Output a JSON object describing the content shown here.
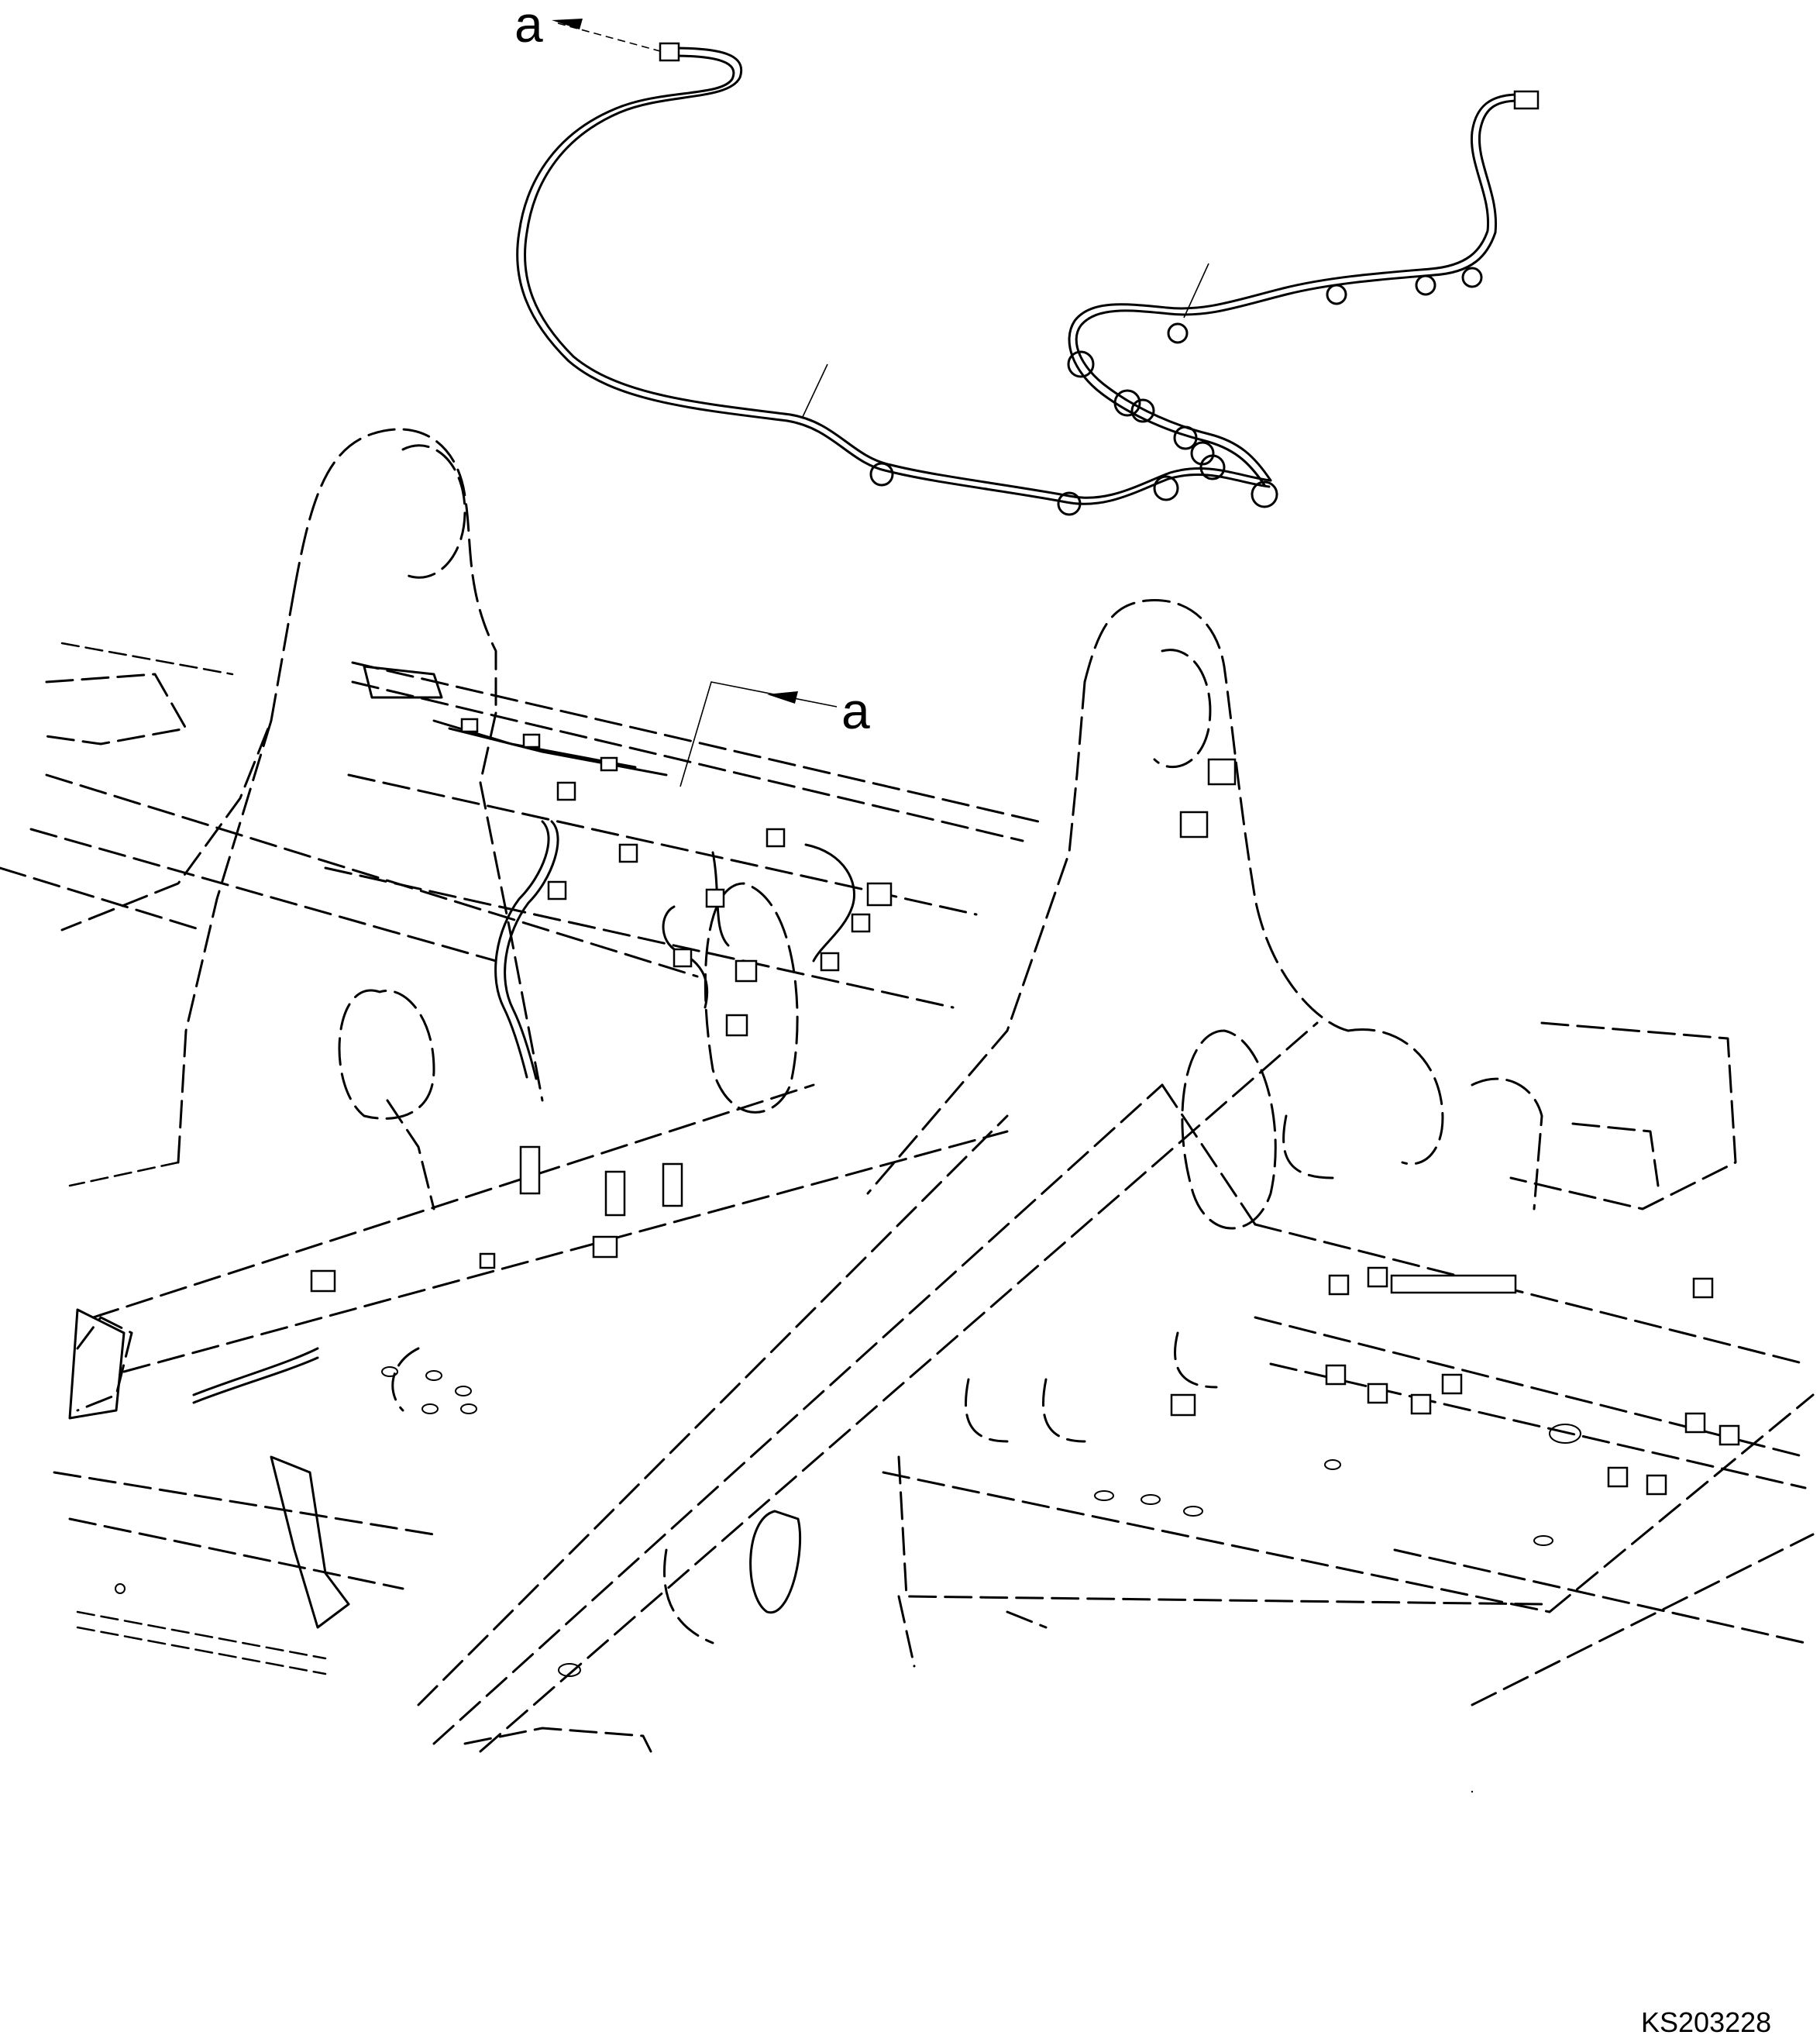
{
  "labels": {
    "view_marker_top": "a",
    "view_marker_mid": "a",
    "drawing_code": "KS203228"
  },
  "colors": {
    "line": "#000000",
    "background": "#ffffff"
  }
}
